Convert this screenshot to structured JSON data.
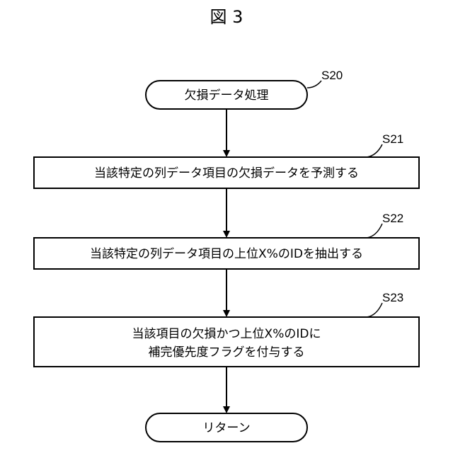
{
  "figure": {
    "title": "図 3"
  },
  "nodes": {
    "start": {
      "step": "S20",
      "text": "欠損データ処理"
    },
    "s21": {
      "step": "S21",
      "text": "当該特定の列データ項目の欠損データを予測する"
    },
    "s22": {
      "step": "S22",
      "text": "当該特定の列データ項目の上位X%のIDを抽出する"
    },
    "s23": {
      "step": "S23",
      "line1": "当該項目の欠損かつ上位X%のIDに",
      "line2": "補完優先度フラグを付与する"
    },
    "end": {
      "text": "リターン"
    }
  }
}
